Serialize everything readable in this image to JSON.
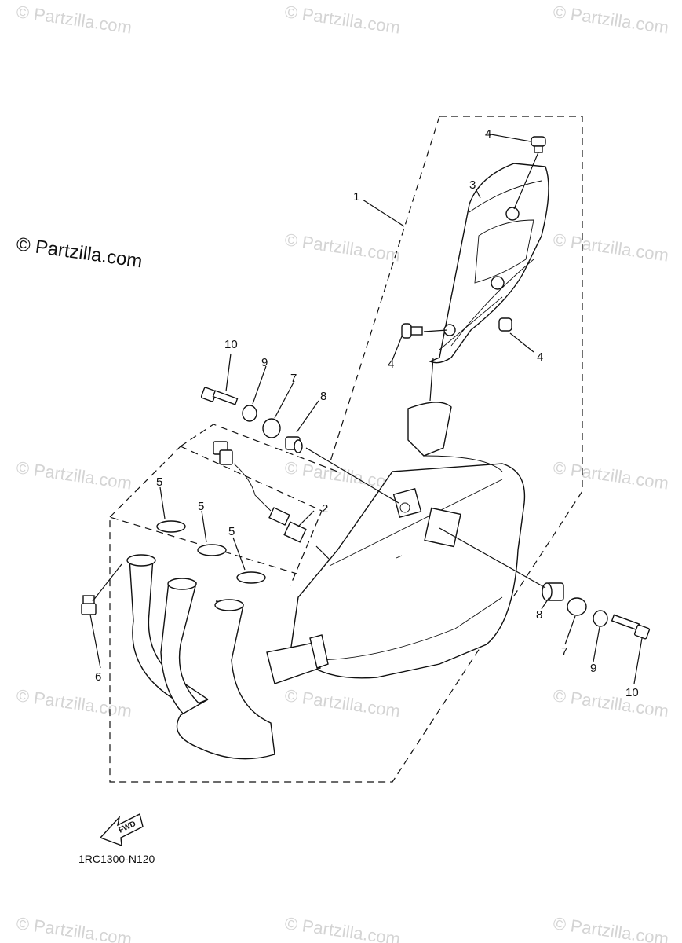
{
  "watermark": "© Partzilla.com",
  "brand": "© Partzilla.com",
  "diagram_code": "1RC1300-N120",
  "fwd_label": "FWD",
  "callouts": [
    "1",
    "2",
    "3",
    "4",
    "4",
    "4",
    "5",
    "5",
    "5",
    "6",
    "7",
    "7",
    "8",
    "8",
    "9",
    "9",
    "10",
    "10"
  ]
}
